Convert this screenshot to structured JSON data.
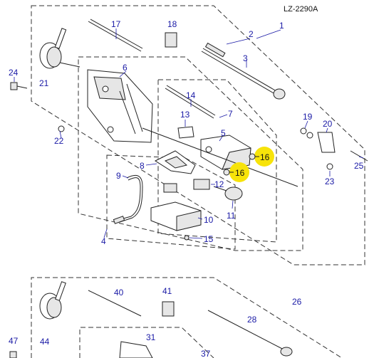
{
  "model_code": "LZ-2290A",
  "callouts": {
    "c1": "1",
    "c2": "2",
    "c3": "3",
    "c4": "4",
    "c5": "5",
    "c6": "6",
    "c7": "7",
    "c8": "8",
    "c9": "9",
    "c10": "10",
    "c11": "11",
    "c12": "12",
    "c13": "13",
    "c14": "14",
    "c15": "15",
    "c16a": "16",
    "c16b": "16",
    "c17": "17",
    "c18": "18",
    "c19": "19",
    "c20": "20",
    "c21": "21",
    "c22": "22",
    "c23": "23",
    "c24": "24",
    "c25": "25",
    "c26": "26",
    "c28": "28",
    "c31": "31",
    "c37": "37",
    "c40": "40",
    "c41": "41",
    "c44": "44",
    "c47": "47"
  },
  "highlight_color": "#f7e30a",
  "callout_color": "#1a1aa6"
}
